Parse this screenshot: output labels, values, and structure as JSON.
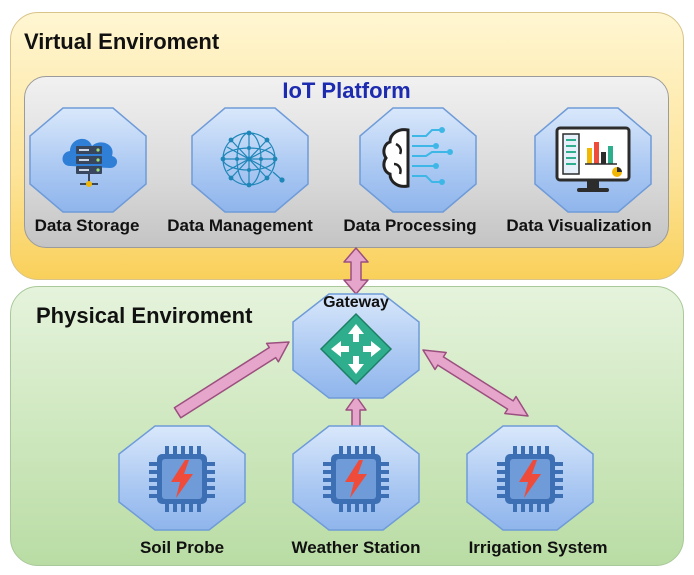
{
  "virtual": {
    "title": "Virtual Enviroment"
  },
  "platform": {
    "title": "IoT Platform"
  },
  "services": [
    {
      "label": "Data Storage",
      "icon": "cloud-server-icon"
    },
    {
      "label": "Data Management",
      "icon": "network-sphere-icon"
    },
    {
      "label": "Data Processing",
      "icon": "brain-circuit-icon"
    },
    {
      "label": "Data Visualization",
      "icon": "dashboard-monitor-icon"
    }
  ],
  "physical": {
    "title": "Physical Enviroment"
  },
  "gateway": {
    "label": "Gateway",
    "icon": "router-arrows-icon"
  },
  "devices": [
    {
      "label": "Soil Probe",
      "icon": "microchip-bolt-icon"
    },
    {
      "label": "Weather Station",
      "icon": "microchip-bolt-icon"
    },
    {
      "label": "Irrigation System",
      "icon": "microchip-bolt-icon"
    }
  ],
  "colors": {
    "octagon_fill": "#a9c7f2",
    "arrow_fill": "#e6a6cb",
    "arrow_stroke": "#9b4f7f",
    "platform_title": "#1c2bb0",
    "chip": "#3d6fb5",
    "bolt": "#ee4b3b",
    "router": "#2fae8d"
  }
}
